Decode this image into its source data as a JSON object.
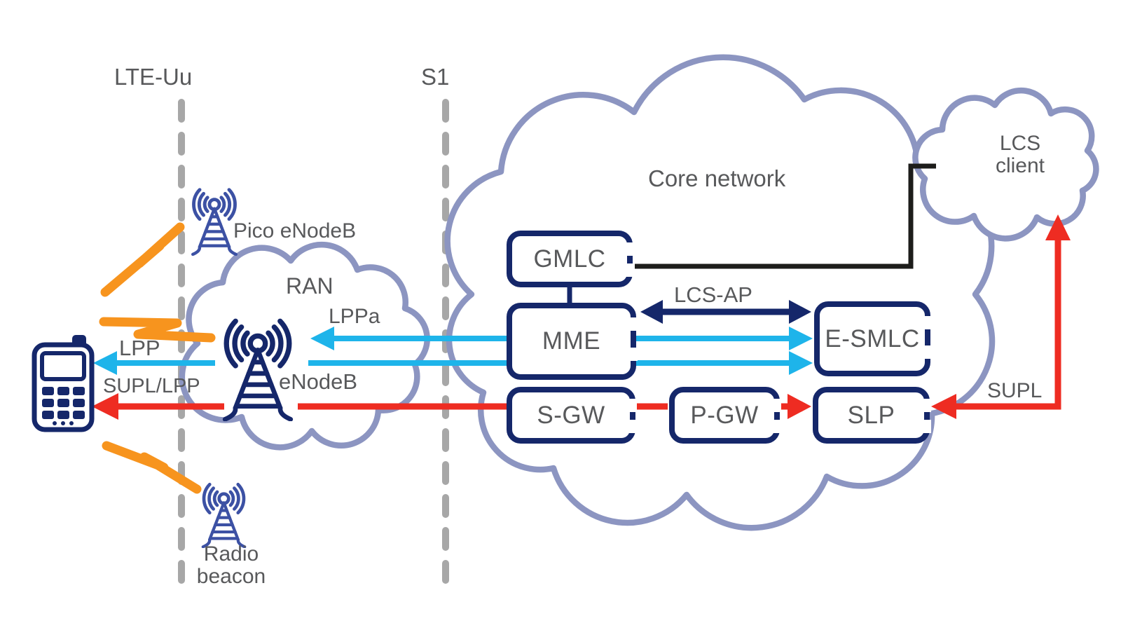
{
  "clouds": {
    "ran": "RAN",
    "core_network": "Core network",
    "lcs_client": "LCS client"
  },
  "interfaces": {
    "lte_uu": "LTE-Uu",
    "s1": "S1"
  },
  "nodes": {
    "pico_enodeb": "Pico eNodeB",
    "enodeb": "eNodeB",
    "radio_beacon": "Radio beacon",
    "gmlc": "GMLC",
    "mme": "MME",
    "e_smlc": "E-SMLC",
    "s_gw": "S-GW",
    "p_gw": "P-GW",
    "slp": "SLP"
  },
  "protocols": {
    "lpp": "LPP",
    "supl_lpp": "SUPL/LPP",
    "lppa": "LPPa",
    "lcs_ap": "LCS-AP",
    "supl": "SUPL"
  },
  "colors": {
    "navy": "#15276a",
    "medium_blue": "#3c51a4",
    "cyan": "#1eb4ea",
    "red": "#ee2c22",
    "orange": "#f7941e",
    "cloud_outline": "#8c95c1",
    "text_gray": "#58595b",
    "interface_dash_gray": "#a7a7a7",
    "gmlc_lcs_line_black": "#1d1d1b"
  }
}
